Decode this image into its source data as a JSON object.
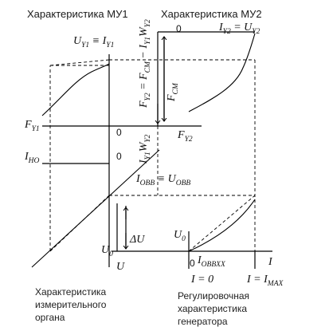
{
  "titles": {
    "mu1": "Характеристика МУ1",
    "mu2": "Характеристика МУ2"
  },
  "labels": {
    "uy1_eq_iy1": [
      "U",
      "Y1",
      " ≡ I",
      "Y1"
    ],
    "iy2_eq_uy2": [
      "I",
      "Y2",
      " = U",
      "Y2"
    ],
    "fy2_formula": [
      "F",
      "Y2",
      " = F",
      "CM",
      " − I",
      "Y1",
      "W",
      "Y2"
    ],
    "fcm": [
      "F",
      "CM"
    ],
    "iy1wy2": [
      "I",
      "Y1",
      "W",
      "Y2"
    ],
    "fy1": [
      "F",
      "Y1"
    ],
    "fy2": [
      "F",
      "Y2"
    ],
    "iho": [
      "I",
      "HO"
    ],
    "iobb_eq_uobb": [
      "I",
      "OBB",
      " ≡ U",
      "OBB"
    ],
    "delta_u": "ΔU",
    "u0_left": [
      "U",
      "0"
    ],
    "u0_right": [
      "U",
      "0"
    ],
    "u": "U",
    "iobbxx": [
      "I",
      "OBBXX"
    ],
    "i": "I",
    "i_eq_0": "I = 0",
    "i_eq_imax": [
      "I = I",
      "MAX"
    ],
    "zeros": [
      "0",
      "0",
      "0",
      "0"
    ]
  },
  "captions": {
    "left": [
      "Характеристика",
      "измерительного",
      "органа"
    ],
    "right": [
      "Регулировочная",
      "характеристика",
      "генератора"
    ]
  }
}
